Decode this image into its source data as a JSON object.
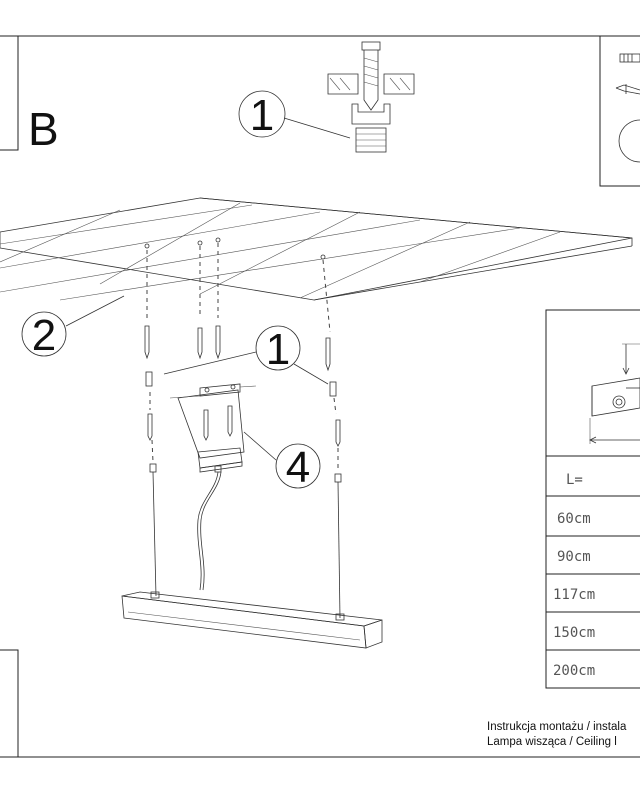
{
  "section_label": "B",
  "callouts": {
    "screw_anchor_top": "1",
    "ceiling": "2",
    "screw_anchor_mid": "1",
    "canopy": "4"
  },
  "length_table": {
    "header": "L=",
    "rows": [
      "60cm",
      "90cm",
      "117cm",
      "150cm",
      "200cm"
    ]
  },
  "footer": {
    "line1": "Instrukcja montażu / instala",
    "line2": "Lampa wisząca / Ceiling l"
  }
}
